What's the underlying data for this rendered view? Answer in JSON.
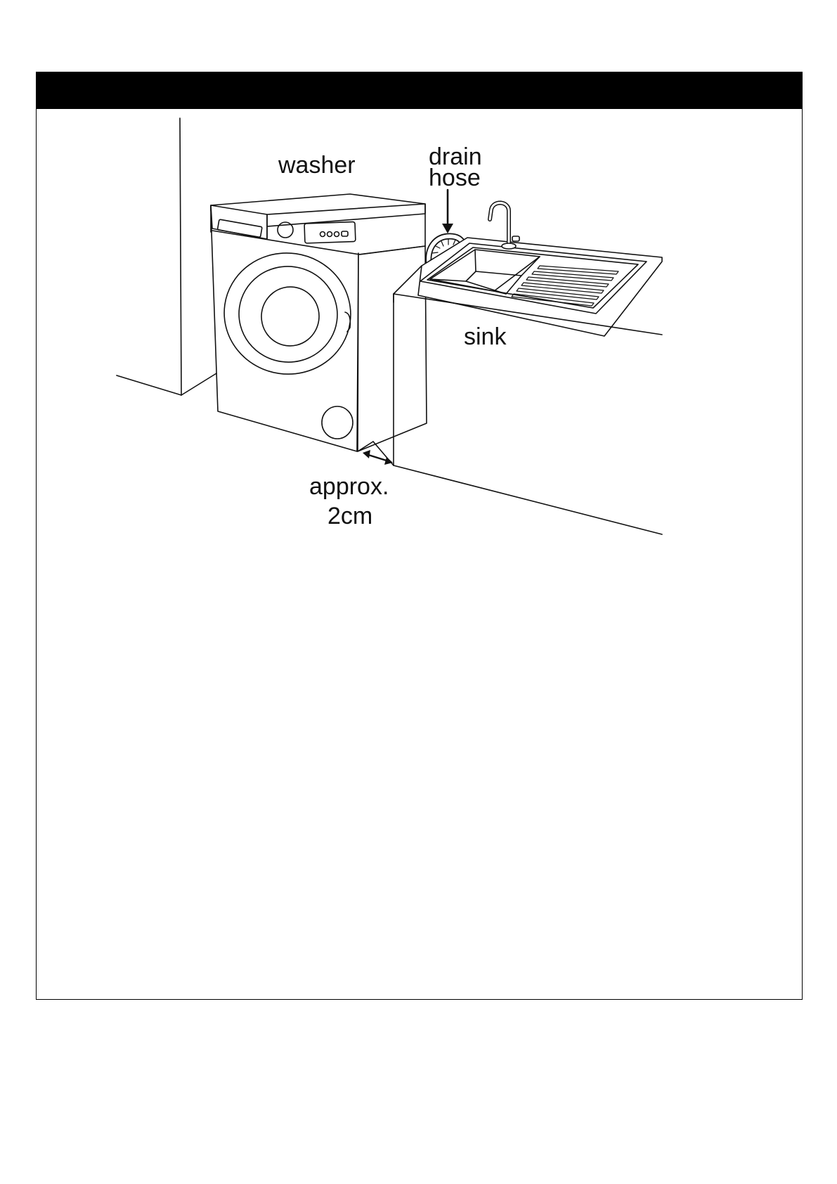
{
  "header": {
    "title": ""
  },
  "diagram": {
    "labels": {
      "washer": "washer",
      "drain_hose_line1": "drain",
      "drain_hose_line2": "hose",
      "sink": "sink",
      "gap_line1": "approx.",
      "gap_line2": "2cm"
    },
    "colors": {
      "stroke": "#111111",
      "header": "#000000"
    }
  }
}
